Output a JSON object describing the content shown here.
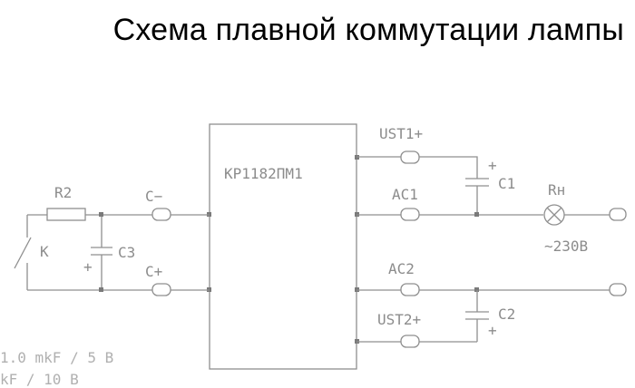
{
  "title": "Схема плавной коммутации лампы",
  "chip": {
    "label": "KP1182ПМ1"
  },
  "labels": {
    "r2": "R2",
    "k": "K",
    "c3": "C3",
    "c_minus": "C−",
    "c_plus": "C+",
    "ust1": "UST1+",
    "ac1": "AC1",
    "ac2": "AC2",
    "ust2": "UST2+",
    "c1": "C1",
    "c2": "C2",
    "rn": "Rн",
    "voltage": "∼230В",
    "plus": "+"
  },
  "notes": {
    "line1": "1.0 mkF / 5 B",
    "line2": "kF / 10 B"
  },
  "colors": {
    "wire": "#8f8f8f",
    "text": "#8c8c8c",
    "title": "#000000"
  }
}
